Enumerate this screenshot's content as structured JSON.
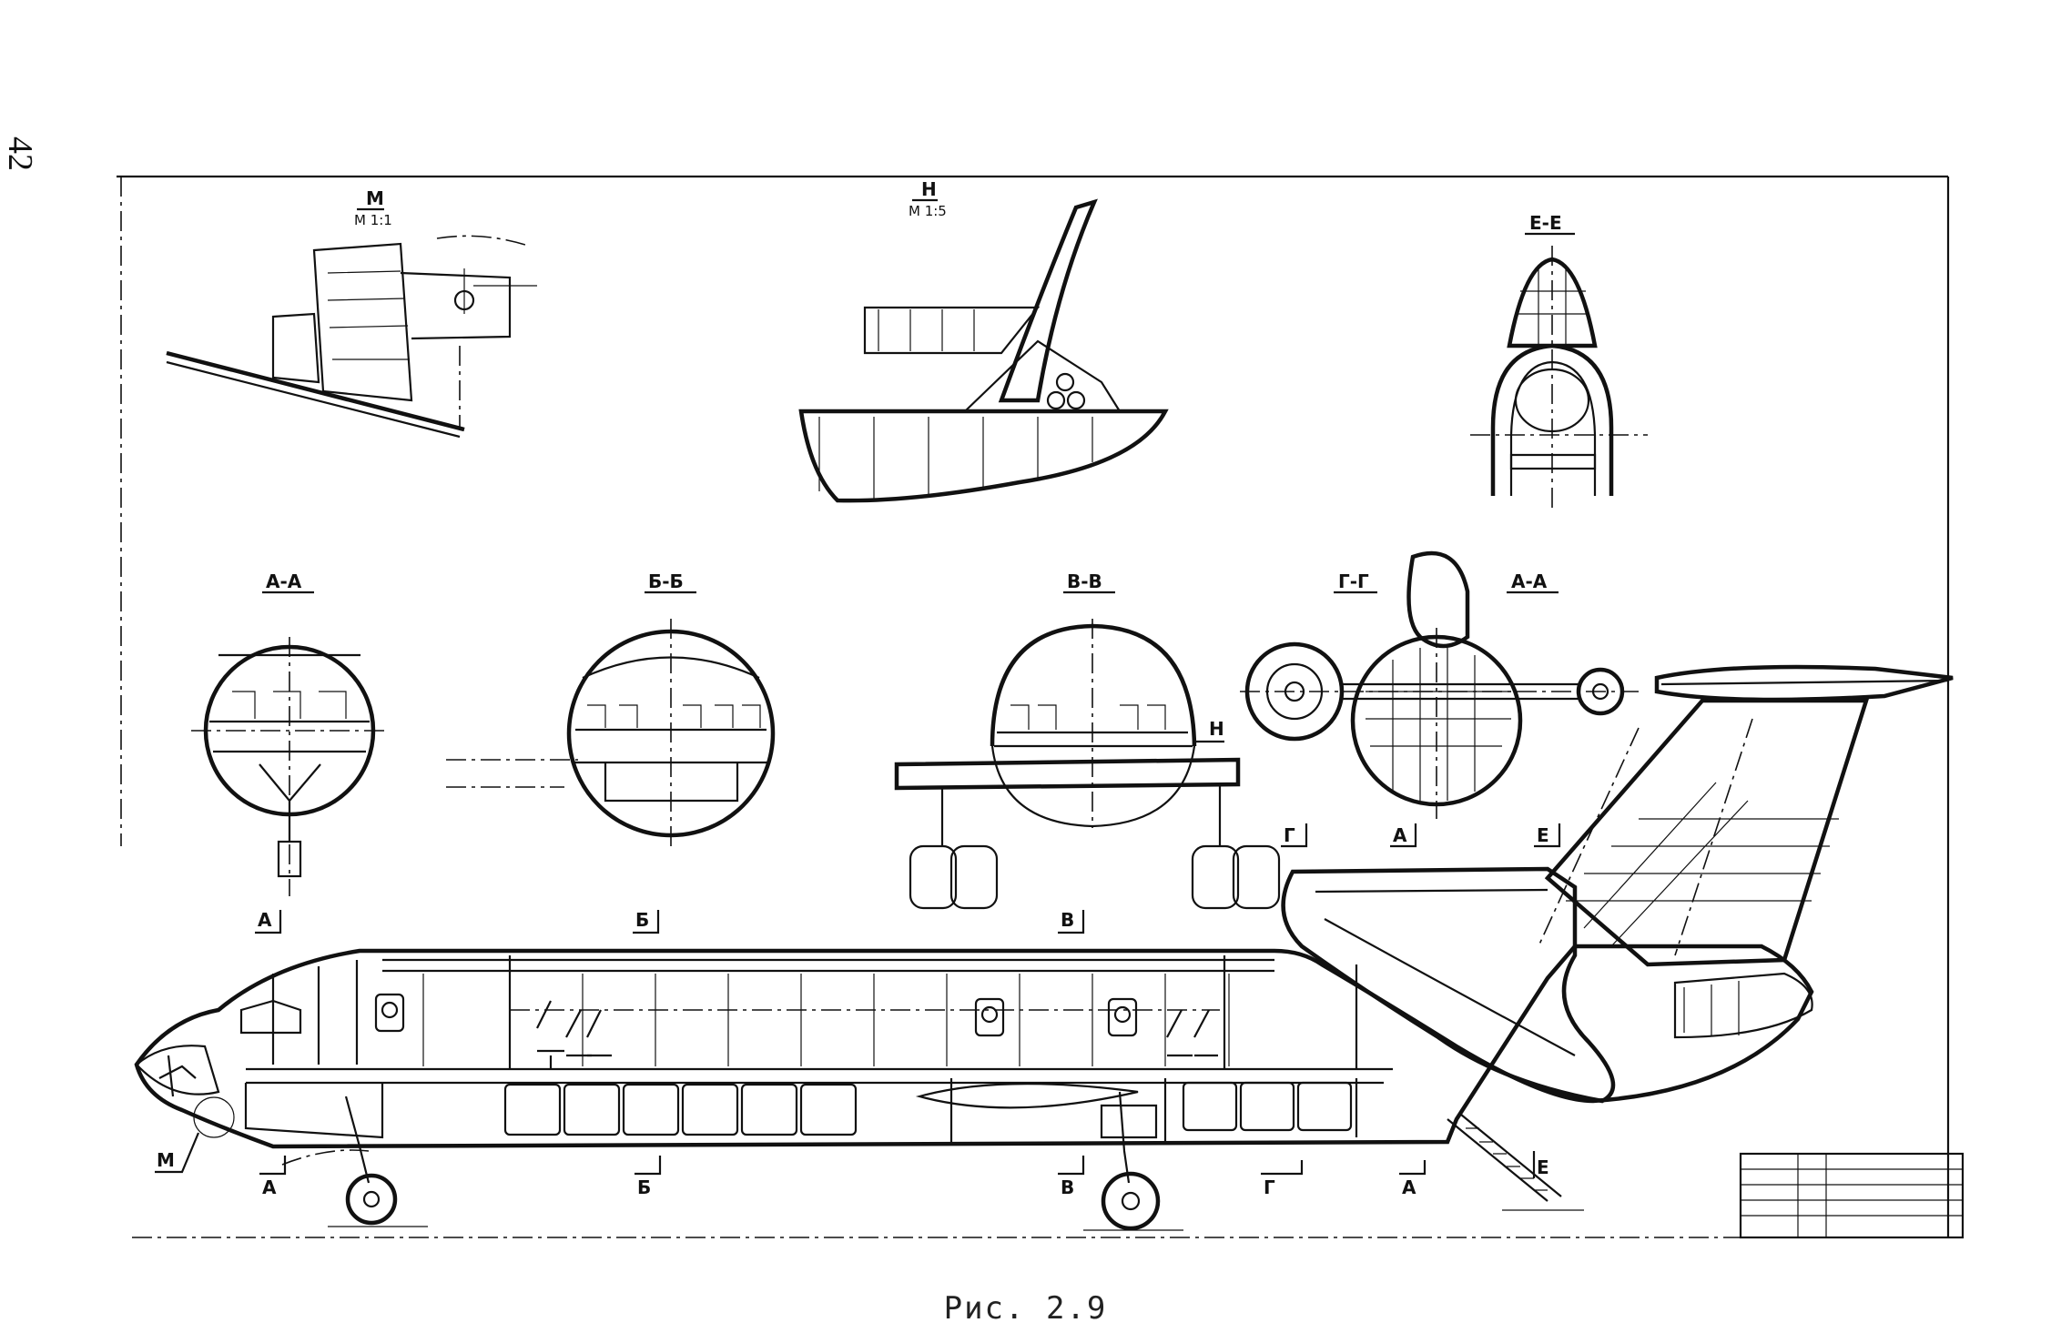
{
  "page_number": "42",
  "caption": "Рис. 2.9",
  "views": {
    "detail_m": {
      "title": "М",
      "scale": "М 1:1"
    },
    "detail_n": {
      "title": "Н",
      "scale": "М 1:5"
    },
    "section_ee": {
      "title": "Е-Е"
    },
    "section_aa_1": {
      "title": "А-А"
    },
    "section_bb": {
      "title": "Б-Б"
    },
    "section_vv": {
      "title": "В-В"
    },
    "section_gg": {
      "title": "Г-Г"
    },
    "section_aa_2": {
      "title": "А-А"
    }
  },
  "cut_marks": {
    "a_top": "А",
    "b_top": "Б",
    "v_top": "В",
    "a_bottom": "А",
    "b_bottom": "Б",
    "v_bottom": "В",
    "g_bottom": "Г",
    "a2_bottom": "А",
    "g_mid": "Г",
    "a_mid": "А",
    "e_mid": "Е",
    "e_bottom": "Е",
    "n_mark": "Н",
    "m_mark": "М"
  }
}
